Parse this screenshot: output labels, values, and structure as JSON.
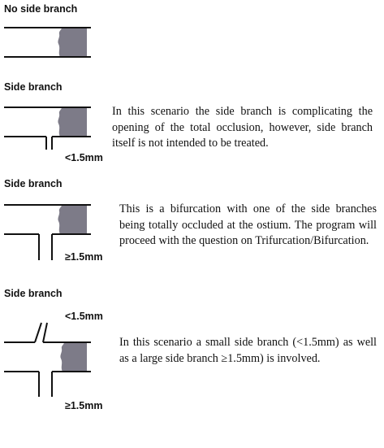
{
  "colors": {
    "occlusion": "#7d7b88",
    "vessel_wall": "#111111",
    "background": "#ffffff"
  },
  "scenarios": [
    {
      "title": "No side branch",
      "description": "",
      "labels": []
    },
    {
      "title": "Side branch",
      "description": "In this scenario the side branch is complicating the opening of the total occlusion, however, side branch itself is not intended to be treated.",
      "labels": [
        "<1.5mm"
      ]
    },
    {
      "title": "Side branch",
      "description": "This is a bifurcation with one of the side branches being totally occluded at the ostium. The program will proceed with the question on Trifurcation/Bifurcation.",
      "labels": [
        "≥1.5mm"
      ]
    },
    {
      "title": "Side branch",
      "description": "In this scenario a small side branch (<1.5mm) as well as a large side branch ≥1.5mm) is involved.",
      "labels": [
        "<1.5mm",
        "≥1.5mm"
      ]
    }
  ]
}
